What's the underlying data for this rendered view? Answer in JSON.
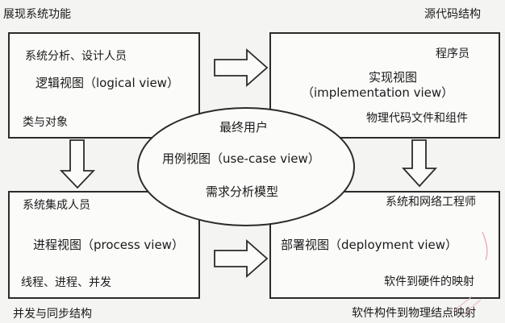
{
  "corners": {
    "top_left": "展现系统功能",
    "top_right": "源代码结构",
    "bottom_left": "并发与同步结构",
    "bottom_right": "软件构件到物理结点映射"
  },
  "logical": {
    "role": "系统分析、设计人员",
    "view": "逻辑视图（logical view）",
    "detail": "类与对象"
  },
  "implementation": {
    "role": "程序员",
    "view_line1": "实现视图",
    "view_line2": "（implementation view）",
    "detail": "物理代码文件和组件"
  },
  "process": {
    "role": "系统集成人员",
    "view": "进程视图（process view）",
    "detail": "线程、进程、并发"
  },
  "deployment": {
    "role": "系统和网络工程师",
    "view": "部署视图（deployment view）",
    "detail": "软件到硬件的映射"
  },
  "usecase": {
    "role": "最终用户",
    "view": "用例视图（use-case view）",
    "detail": "需求分析模型"
  }
}
